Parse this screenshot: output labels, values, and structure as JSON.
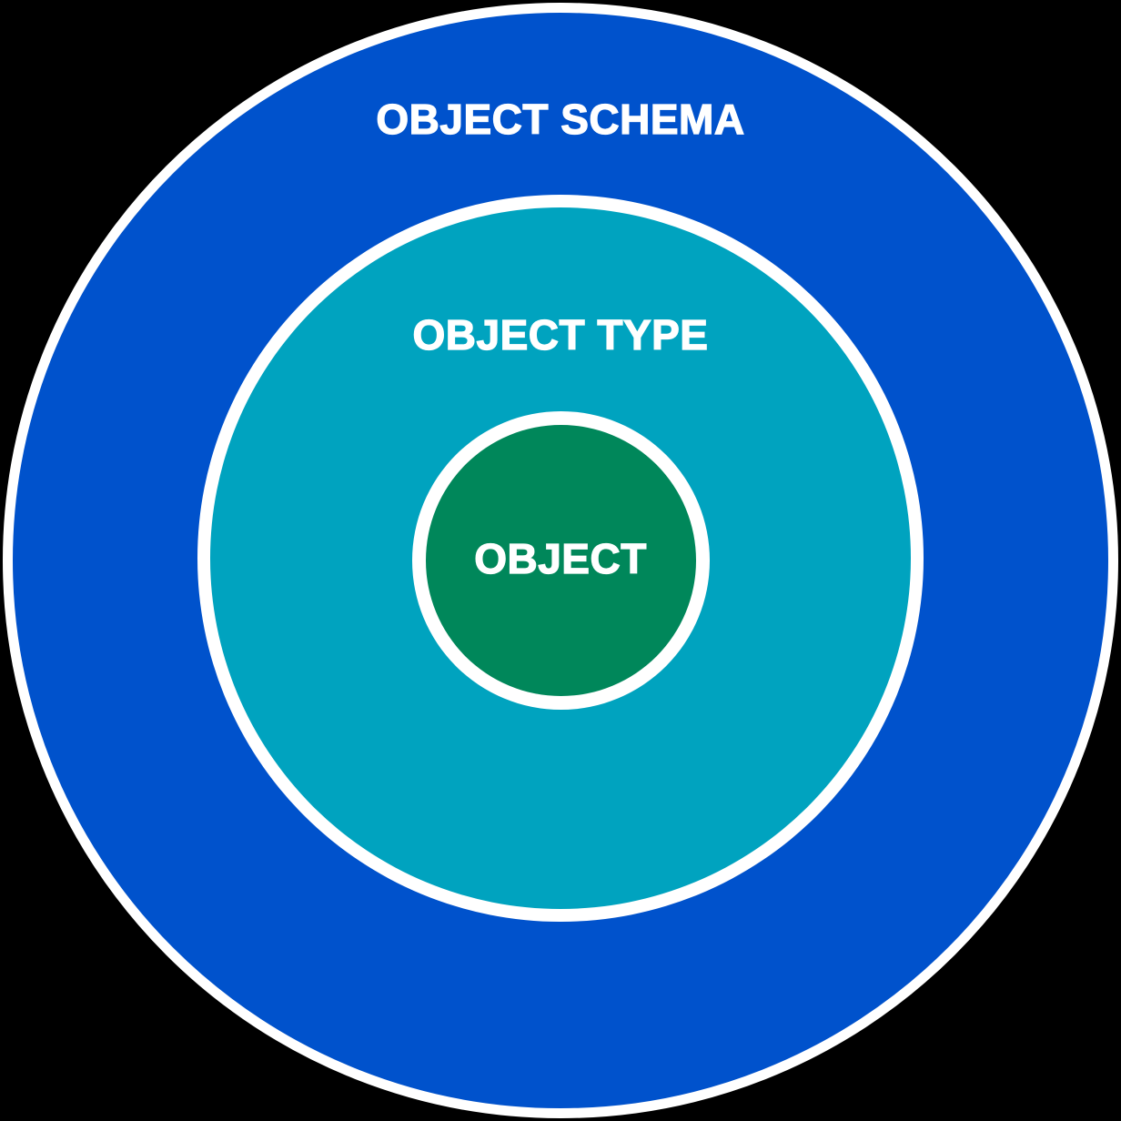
{
  "diagram": {
    "title": "Nested object model diagram",
    "background_color": "#000000",
    "ring_border_color": "#ffffff",
    "label_text_color": "#ffffff",
    "rings": [
      {
        "id": "object-schema",
        "label": "OBJECT SCHEMA",
        "fill": "#0052CC",
        "level": "outer"
      },
      {
        "id": "object-type",
        "label": "OBJECT TYPE",
        "fill": "#00A3BF",
        "level": "middle"
      },
      {
        "id": "object",
        "label": "OBJECT",
        "fill": "#00875A",
        "level": "inner"
      }
    ]
  }
}
